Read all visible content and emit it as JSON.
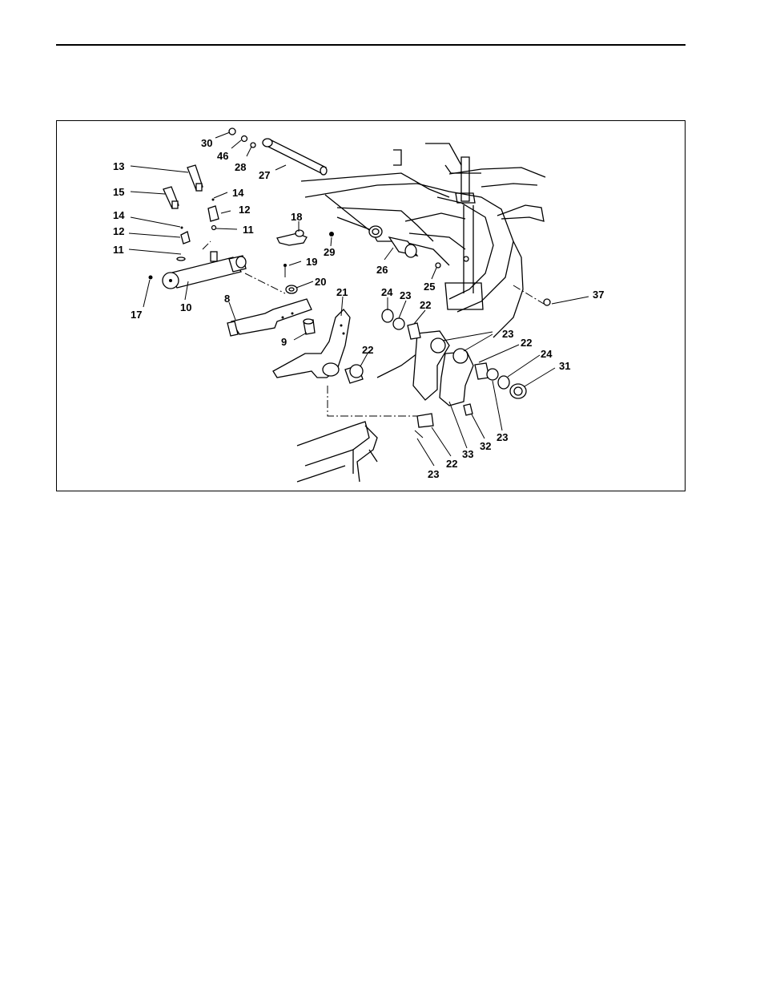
{
  "figure": {
    "callouts": [
      {
        "id": "c30",
        "text": "30"
      },
      {
        "id": "c46",
        "text": "46"
      },
      {
        "id": "c28",
        "text": "28"
      },
      {
        "id": "c27",
        "text": "27"
      },
      {
        "id": "c13",
        "text": "13"
      },
      {
        "id": "c15",
        "text": "15"
      },
      {
        "id": "c14a",
        "text": "14"
      },
      {
        "id": "c12a",
        "text": "12"
      },
      {
        "id": "c11a",
        "text": "11"
      },
      {
        "id": "c14b",
        "text": "14"
      },
      {
        "id": "c12b",
        "text": "12"
      },
      {
        "id": "c11b",
        "text": "11"
      },
      {
        "id": "c17",
        "text": "17"
      },
      {
        "id": "c10",
        "text": "10"
      },
      {
        "id": "c18",
        "text": "18"
      },
      {
        "id": "c19",
        "text": "19"
      },
      {
        "id": "c20",
        "text": "20"
      },
      {
        "id": "c8",
        "text": "8"
      },
      {
        "id": "c9",
        "text": "9"
      },
      {
        "id": "c21",
        "text": "21"
      },
      {
        "id": "c22a",
        "text": "22"
      },
      {
        "id": "c29",
        "text": "29"
      },
      {
        "id": "c26",
        "text": "26"
      },
      {
        "id": "c25",
        "text": "25"
      },
      {
        "id": "c24a",
        "text": "24"
      },
      {
        "id": "c23a",
        "text": "23"
      },
      {
        "id": "c22b",
        "text": "22"
      },
      {
        "id": "c23b",
        "text": "23"
      },
      {
        "id": "c22c",
        "text": "22"
      },
      {
        "id": "c24b",
        "text": "24"
      },
      {
        "id": "c31",
        "text": "31"
      },
      {
        "id": "c23c",
        "text": "23"
      },
      {
        "id": "c32",
        "text": "32"
      },
      {
        "id": "c33",
        "text": "33"
      },
      {
        "id": "c22d",
        "text": "22"
      },
      {
        "id": "c23d",
        "text": "23"
      },
      {
        "id": "c37",
        "text": "37"
      }
    ]
  }
}
